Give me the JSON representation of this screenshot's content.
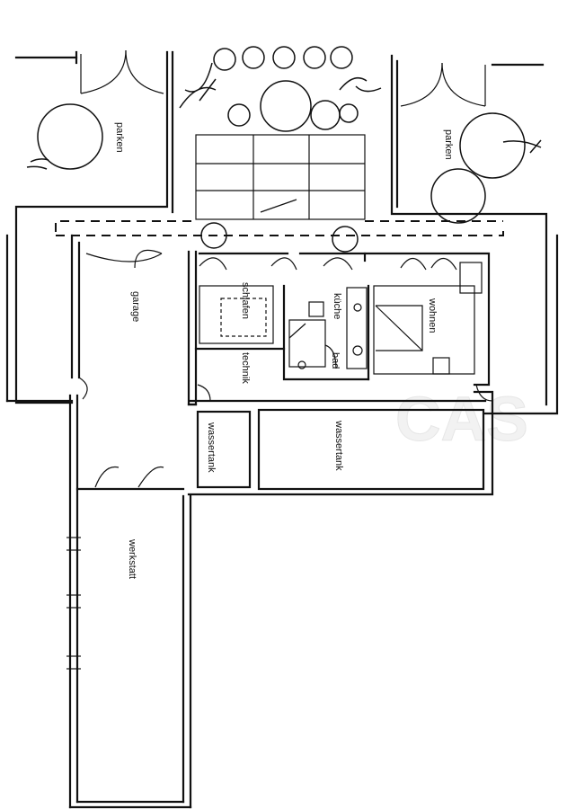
{
  "rooms": {
    "parken_left": "parken",
    "parken_right": "parken",
    "garage": "garage",
    "schlafen": "schlafen",
    "kueche": "küche",
    "wohnen": "wohnen",
    "technik": "technik",
    "bad": "bad",
    "wassertank_small": "wassertank",
    "wassertank_large": "wassertank",
    "werkstatt": "werkstatt"
  },
  "watermark": "CAS"
}
